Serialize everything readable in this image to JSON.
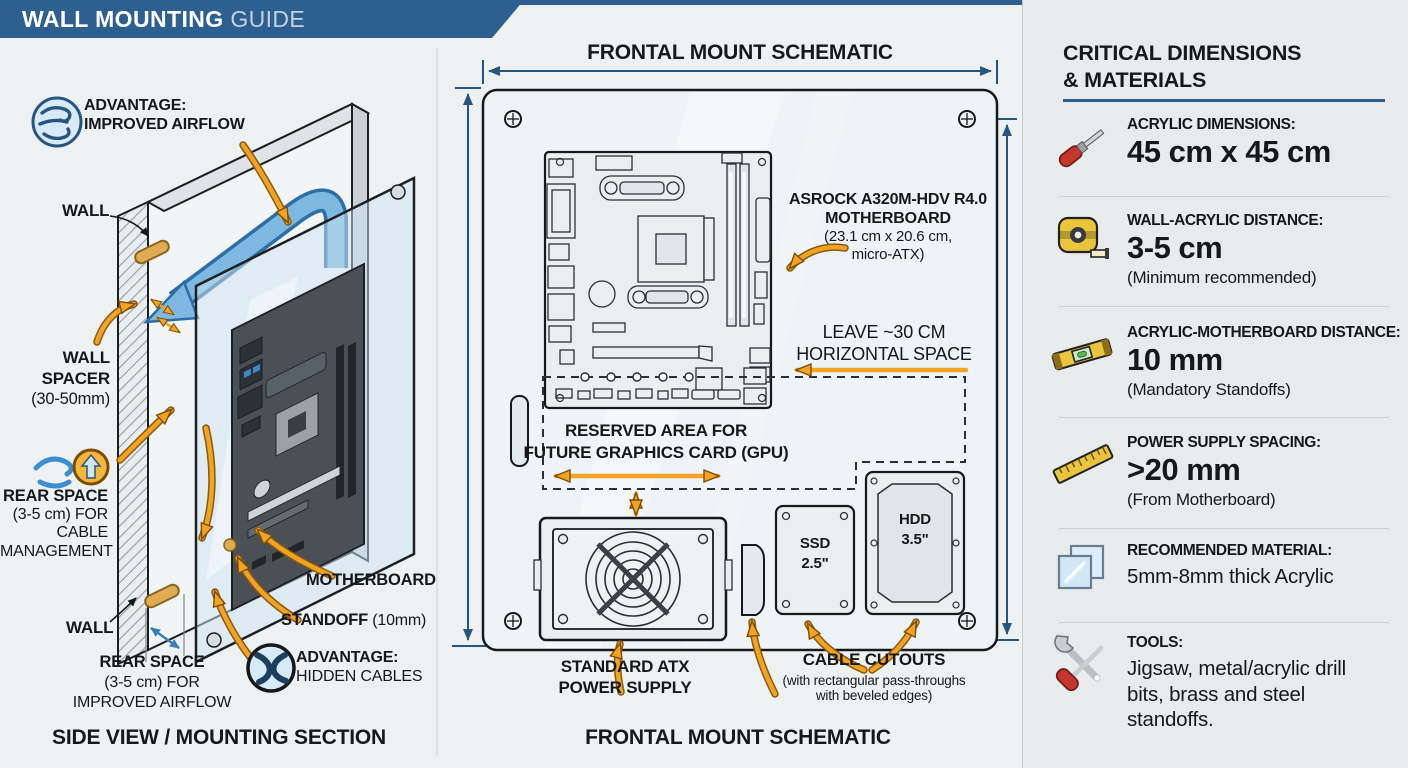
{
  "banner": {
    "title_main": "WALL MOUNTING",
    "title_light": "GUIDE"
  },
  "side_view": {
    "caption": "SIDE VIEW / MOUNTING SECTION",
    "advantage_airflow_1": "ADVANTAGE:",
    "advantage_airflow_2": "IMPROVED AIRFLOW",
    "wall_top": "WALL",
    "wall_spacer_1": "WALL",
    "wall_spacer_2": "SPACER",
    "wall_spacer_3": "(30-50mm)",
    "rear_space_cable_1": "REAR SPACE",
    "rear_space_cable_2": "(3-5 cm) FOR",
    "rear_space_cable_3": "CABLE",
    "rear_space_cable_4": "MANAGEMENT",
    "wall_bottom": "WALL",
    "rear_space_air_1": "REAR SPACE",
    "rear_space_air_2": "(3-5 cm) FOR",
    "rear_space_air_3": "IMPROVED AIRFLOW",
    "motherboard": "MOTHERBOARD",
    "standoff_bold": "STANDOFF",
    "standoff_rest": " (10mm)",
    "advantage_cables_1": "ADVANTAGE:",
    "advantage_cables_2": "HIDDEN CABLES"
  },
  "frontal": {
    "title": "FRONTAL MOUNT SCHEMATIC",
    "caption": "FRONTAL MOUNT SCHEMATIC",
    "asrock_1": "ASROCK A320M-HDV R4.0",
    "asrock_2": "MOTHERBOARD",
    "asrock_3": "(23.1 cm x 20.6 cm,",
    "asrock_4": "micro-ATX)",
    "leave_1": "LEAVE ~30 CM",
    "leave_2": "HORIZONTAL SPACE",
    "reserved_1": "RESERVED AREA FOR",
    "reserved_2": "FUTURE GRAPHICS CARD (GPU)",
    "psu_1": "STANDARD ATX",
    "psu_2": "POWER SUPPLY",
    "cutouts_1": "CABLE CUTOUTS",
    "cutouts_2": "(with rectangular pass-throughs",
    "cutouts_3": "with beveled edges)",
    "ssd_1": "SSD",
    "ssd_2": "2.5\"",
    "hdd_1": "HDD",
    "hdd_2": "3.5\""
  },
  "specs": {
    "heading_1": "CRITICAL DIMENSIONS",
    "heading_2": "& MATERIALS",
    "items": [
      {
        "icon": "screwdriver-icon",
        "title": "ACRYLIC DIMENSIONS:",
        "value": "45 cm x 45 cm",
        "note": ""
      },
      {
        "icon": "tape-measure-icon",
        "title": "WALL-ACRYLIC DISTANCE:",
        "value": "3-5 cm",
        "note": "(Minimum recommended)"
      },
      {
        "icon": "spirit-level-icon",
        "title": "ACRYLIC-MOTHERBOARD DISTANCE:",
        "value": "10 mm",
        "note": "(Mandatory Standoffs)"
      },
      {
        "icon": "ruler-icon",
        "title": "POWER SUPPLY SPACING:",
        "value": ">20 mm",
        "note": "(From Motherboard)"
      },
      {
        "icon": "acrylic-sheets-icon",
        "title": "RECOMMENDED MATERIAL:",
        "value_text": "5mm-8mm thick Acrylic"
      },
      {
        "icon": "tools-icon",
        "title": "TOOLS:",
        "value_text": "Jigsaw, metal/acrylic drill bits, brass and steel standoffs."
      }
    ]
  },
  "colors": {
    "banner": "#2d6090",
    "accent_orange": "#f2a322",
    "dimension_blue": "#27557e",
    "background": "#eef1f2"
  }
}
